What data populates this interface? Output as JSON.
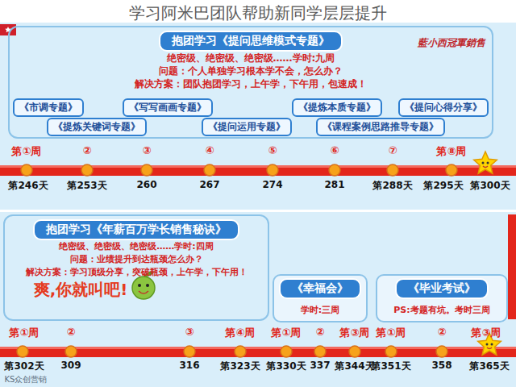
{
  "diagram": {
    "title": "学习阿米巴团队帮助新同学层层提升",
    "nodes": [
      {
        "text": [
          "抱团学习《提问思维模式专题》",
          "绝密级、绝密级、绝密级……学时:九周",
          "问题：个人单独学习根本学不会，怎么办？",
          "解决方案：团队抱团学习，上午学，下午用，包速成！"
        ]
      },
      {
        "text": [
          "《市调专题》"
        ],
        "in": 0
      },
      {
        "text": [
          "《提炼关键词专题》"
        ],
        "in": 0
      },
      {
        "text": [
          "《写写画画专题》"
        ],
        "in": 0
      },
      {
        "text": [
          "《提问运用专题》"
        ],
        "in": 0
      },
      {
        "text": [
          "《提炼本质专题》"
        ],
        "in": 0
      },
      {
        "text": [
          "《课程案例思路推导专题》"
        ],
        "in": 0
      },
      {
        "text": [
          "《提问心得分享》"
        ],
        "in": 0
      },
      {
        "text": [
          "抱团学习《年薪百万学长销售秘诀》",
          "绝密级、绝密级、绝密级……学时:四周",
          "问题：业绩提升到达瓶颈怎么办？",
          "解决方案：学习顶级分享，突破瓶颈，上午学，下午用！"
        ]
      },
      {
        "text": [
          "《幸福会》",
          "学时:三周"
        ]
      },
      {
        "text": [
          "《毕业考试》",
          "PS:考题有坑。考时三周"
        ]
      }
    ],
    "labels": [
      "藍小西冠軍銷售",
      "第①周",
      "②",
      "③",
      "④",
      "⑤",
      "⑥",
      "⑦",
      "第⑧周",
      "第246天",
      "第253天",
      "260",
      "267",
      "274",
      "281",
      "第288天",
      "第295天",
      "第300天",
      "爽,你就叫吧!",
      "第①周",
      "②",
      "③",
      "第④周",
      "第①周",
      "②",
      "第③周",
      "第①周",
      "②",
      "第③周",
      "第302天",
      "309",
      "316",
      "第323天",
      "第330天",
      "337",
      "第344天",
      "第351天",
      "358",
      "第365天",
      "KS众创营销"
    ]
  }
}
